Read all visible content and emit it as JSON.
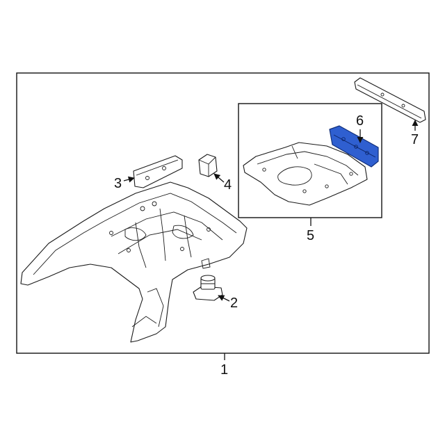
{
  "diagram": {
    "colors": {
      "highlight_fill": "#2f5fd0",
      "highlight_stroke": "#12307a",
      "line": "#1a1a1a",
      "background": "#ffffff"
    },
    "callouts": [
      {
        "id": "c1",
        "label": "1"
      },
      {
        "id": "c2",
        "label": "2"
      },
      {
        "id": "c3",
        "label": "3"
      },
      {
        "id": "c4",
        "label": "4"
      },
      {
        "id": "c5",
        "label": "5"
      },
      {
        "id": "c6",
        "label": "6"
      },
      {
        "id": "c7",
        "label": "7"
      }
    ],
    "highlighted_part": "6"
  }
}
